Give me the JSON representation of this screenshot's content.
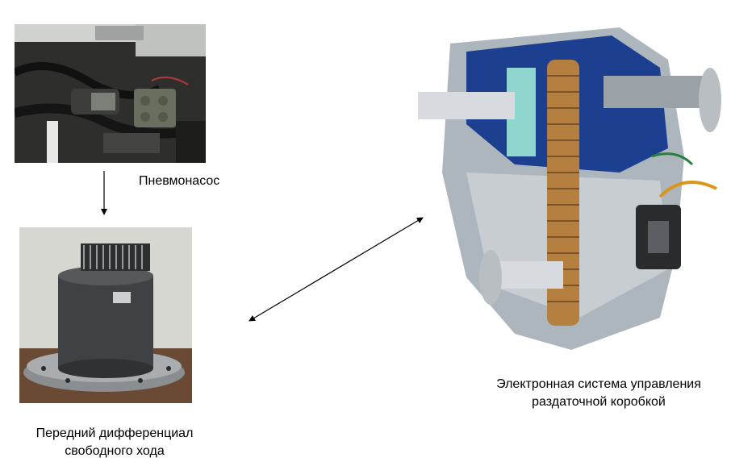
{
  "labels": {
    "pump": "Пневмонасос",
    "diff_line1": "Передний дифференциал",
    "diff_line2": "свободного хода",
    "tcase_line1": "Электронная система управления",
    "tcase_line2": "раздаточной коробкой"
  },
  "photos": {
    "pump": "engine-bay-vacuum-pump-photo",
    "differential": "free-running-front-differential-photo",
    "transfer_case": "transfer-case-cutaway-photo"
  },
  "colors": {
    "arrow": "#000000",
    "chain": "#b5803f",
    "housing_blue": "#1d3f8f",
    "teal": "#8fd6cf"
  }
}
